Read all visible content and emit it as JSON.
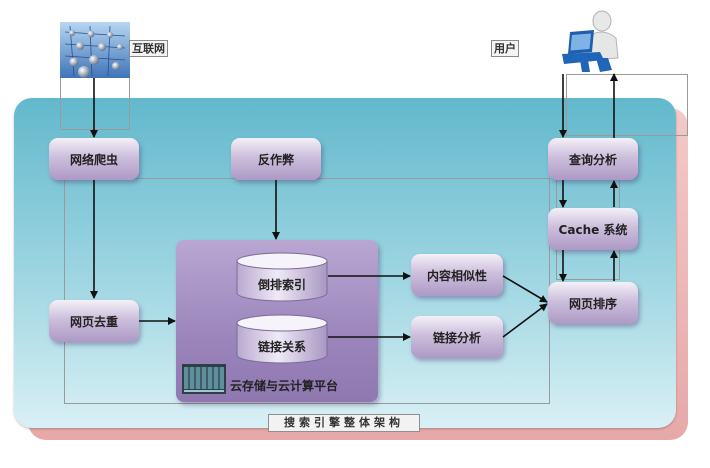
{
  "top": {
    "internet_label": "互联网",
    "user_label": "用户"
  },
  "nodes": {
    "crawler": "网络爬虫",
    "anti_spam": "反作弊",
    "query_analysis": "查询分析",
    "cache": "Cache 系统",
    "dedup": "网页去重",
    "content_similarity": "内容相似性",
    "link_analysis": "链接分析",
    "ranking": "网页排序"
  },
  "storage": {
    "inverted_index": "倒排索引",
    "link_relations": "链接关系",
    "platform_label": "云存储与云计算平台"
  },
  "caption": "搜索引擎整体架构",
  "colors": {
    "panel": "#7cc4d6",
    "node": "#bba9d0",
    "platform": "#9b85bb",
    "shadow_plate": "#eab2b2"
  },
  "icons": [
    "network-globe-icon",
    "user-computer-icon",
    "server-rack-icon"
  ]
}
